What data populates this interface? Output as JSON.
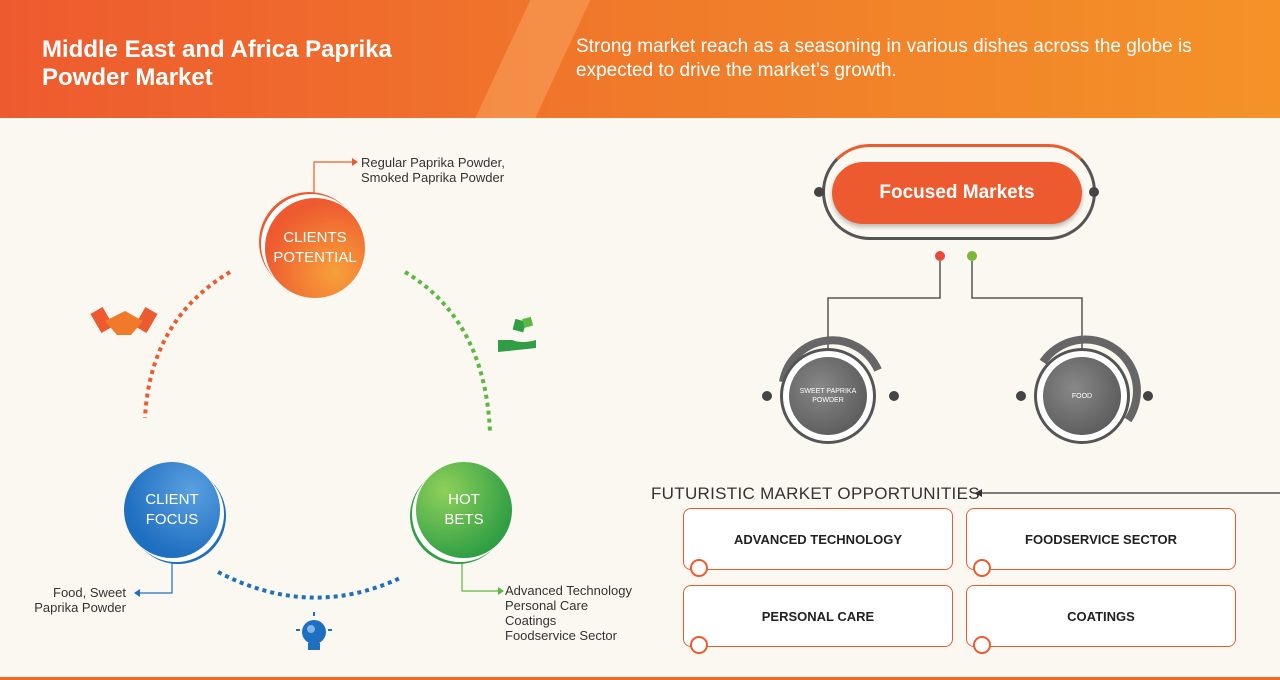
{
  "header": {
    "title": "Middle East and Africa Paprika Powder Market",
    "tagline": "Strong market reach as a seasoning in various dishes across the globe is expected to drive the market’s growth."
  },
  "cycle": {
    "clients_potential": {
      "line1": "CLIENTS",
      "line2": "POTENTIAL",
      "notes": [
        "Regular Paprika Powder,",
        "Smoked Paprika Powder"
      ]
    },
    "client_focus": {
      "line1": "CLIENT",
      "line2": "FOCUS",
      "notes": [
        "Food, Sweet",
        "Paprika Powder"
      ]
    },
    "hot_bets": {
      "line1": "HOT",
      "line2": "BETS",
      "notes": [
        "Advanced Technology",
        "Personal Care",
        "Coatings",
        "Foodservice Sector"
      ]
    }
  },
  "focused_markets": {
    "title": "Focused Markets",
    "items": [
      "SWEET PAPRIKA POWDER",
      "FOOD"
    ]
  },
  "opportunities": {
    "title": "FUTURISTIC MARKET OPPORTUNITIES",
    "items": [
      "ADVANCED TECHNOLOGY",
      "FOODSERVICE SECTOR",
      "PERSONAL CARE",
      "COATINGS"
    ]
  },
  "colors": {
    "orange": "#ee5a2f",
    "blue": "#1f6fc0",
    "green": "#2f9e44",
    "gray": "#5a5a5a"
  },
  "icons": [
    "handshake-icon",
    "dice-hand-icon",
    "lightbulb-icon"
  ]
}
